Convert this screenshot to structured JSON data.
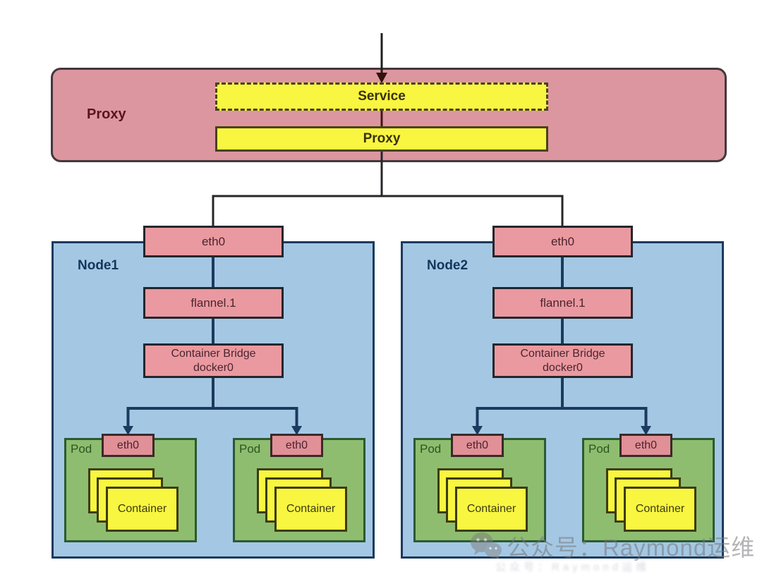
{
  "palette": {
    "pink_panel": "#dc96a0",
    "pink_box": "#ea99a0",
    "yellow": "#f8f640",
    "node_blue": "#a4c8e4",
    "pod_green": "#8ebd70",
    "wire_navy": "#1c3a5e",
    "wire_black": "#26262a"
  },
  "proxy_section": {
    "label": "Proxy",
    "service_box": "Service",
    "proxy_box": "Proxy"
  },
  "nodes": [
    {
      "label": "Node1",
      "eth0": "eth0",
      "flannel": "flannel.1",
      "bridge_line1": "Container Bridge",
      "bridge_line2": "docker0",
      "pods": [
        {
          "label": "Pod",
          "eth0": "eth0",
          "container": "Container"
        },
        {
          "label": "Pod",
          "eth0": "eth0",
          "container": "Container"
        }
      ]
    },
    {
      "label": "Node2",
      "eth0": "eth0",
      "flannel": "flannel.1",
      "bridge_line1": "Container Bridge",
      "bridge_line2": "docker0",
      "pods": [
        {
          "label": "Pod",
          "eth0": "eth0",
          "container": "Container"
        },
        {
          "label": "Pod",
          "eth0": "eth0",
          "container": "Container"
        }
      ]
    }
  ],
  "watermark": {
    "icon": "wechat-icon",
    "text": "公众号：Raymond运维"
  }
}
